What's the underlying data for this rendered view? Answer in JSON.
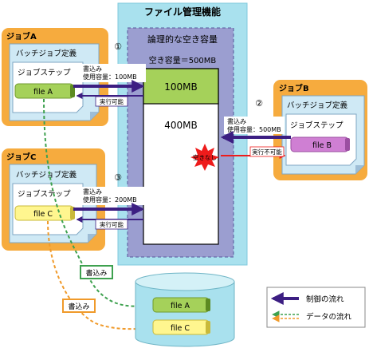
{
  "file_mgmt": {
    "title": "ファイル管理機能",
    "logical_free": "論理的な空き容量",
    "free_total": "空き容量＝500MB",
    "used_block": "100MB",
    "free_block": "400MB"
  },
  "jobs": {
    "a": {
      "title": "ジョブA",
      "batch_def": "バッチジョブ定義",
      "step": "ジョブステップ",
      "file": "file A"
    },
    "b": {
      "title": "ジョブB",
      "batch_def": "バッチジョブ定義",
      "step": "ジョブステップ",
      "file": "file B"
    },
    "c": {
      "title": "ジョブC",
      "batch_def": "バッチジョブ定義",
      "step": "ジョブステップ",
      "file": "file C"
    }
  },
  "steps": {
    "one": {
      "num": "①",
      "req_line1": "書込み",
      "req_line2": "使用容量：100MB",
      "reply": "実行可能"
    },
    "two": {
      "num": "②",
      "req_line1": "書込み",
      "req_line2": "使用容量：500MB",
      "reply": "実行不可能",
      "burst": "空きなし"
    },
    "three": {
      "num": "③",
      "req_line1": "書込み",
      "req_line2": "使用容量：200MB",
      "reply": "実行可能"
    }
  },
  "write_labels": {
    "green": "書込み",
    "orange": "書込み"
  },
  "disk_files": {
    "a": "file A",
    "c": "file C"
  },
  "legend": {
    "control": "制御の流れ",
    "data": "データの流れ"
  },
  "colors": {
    "job_box": "#f6ab3e",
    "panel": "#a9e1ee",
    "logical": "#9b9ed0",
    "used": "#a5d15a",
    "control_arrow": "#3c1e82",
    "data_green": "#3ea14f",
    "data_orange": "#f09a2a",
    "file_c": "#fff68f",
    "file_b": "#cf7fd3",
    "burst": "#ee1b1b"
  }
}
